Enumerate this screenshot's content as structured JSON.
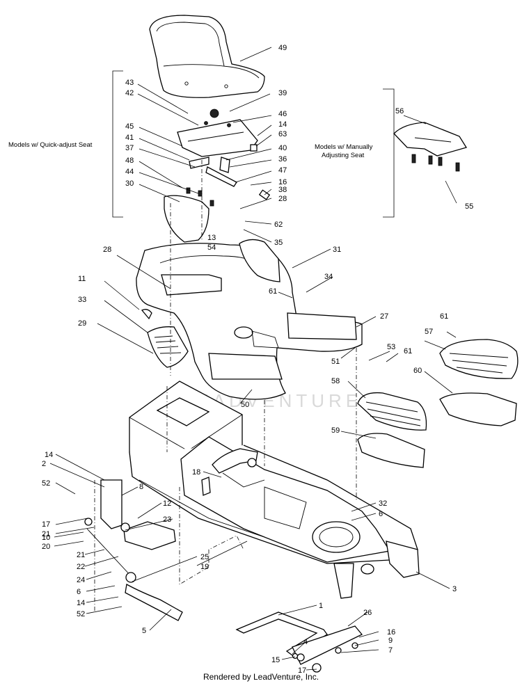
{
  "callouts": [
    {
      "id": "c49",
      "text": "49"
    },
    {
      "id": "c43",
      "text": "43"
    },
    {
      "id": "c42",
      "text": "42"
    },
    {
      "id": "c39",
      "text": "39"
    },
    {
      "id": "c46",
      "text": "46"
    },
    {
      "id": "c14a",
      "text": "14"
    },
    {
      "id": "c63",
      "text": "63"
    },
    {
      "id": "c45",
      "text": "45"
    },
    {
      "id": "c41",
      "text": "41"
    },
    {
      "id": "c37",
      "text": "37"
    },
    {
      "id": "c40",
      "text": "40"
    },
    {
      "id": "c36",
      "text": "36"
    },
    {
      "id": "c48",
      "text": "48"
    },
    {
      "id": "c44",
      "text": "44"
    },
    {
      "id": "c47",
      "text": "47"
    },
    {
      "id": "c30",
      "text": "30"
    },
    {
      "id": "c16a",
      "text": "16"
    },
    {
      "id": "c38",
      "text": "38"
    },
    {
      "id": "c28a",
      "text": "28"
    },
    {
      "id": "c62",
      "text": "62"
    },
    {
      "id": "c13",
      "text": "13"
    },
    {
      "id": "c54",
      "text": "54"
    },
    {
      "id": "c35",
      "text": "35"
    },
    {
      "id": "c28b",
      "text": "28"
    },
    {
      "id": "c31",
      "text": "31"
    },
    {
      "id": "c11",
      "text": "11"
    },
    {
      "id": "c34",
      "text": "34"
    },
    {
      "id": "c61a",
      "text": "61"
    },
    {
      "id": "c33",
      "text": "33"
    },
    {
      "id": "c27",
      "text": "27"
    },
    {
      "id": "c61b",
      "text": "61"
    },
    {
      "id": "c29",
      "text": "29"
    },
    {
      "id": "c57",
      "text": "57"
    },
    {
      "id": "c51",
      "text": "51"
    },
    {
      "id": "c53",
      "text": "53"
    },
    {
      "id": "c61c",
      "text": "61"
    },
    {
      "id": "c58",
      "text": "58"
    },
    {
      "id": "c60",
      "text": "60"
    },
    {
      "id": "c50",
      "text": "50"
    },
    {
      "id": "c59",
      "text": "59"
    },
    {
      "id": "c14b",
      "text": "14"
    },
    {
      "id": "c2",
      "text": "2"
    },
    {
      "id": "c8",
      "text": "8"
    },
    {
      "id": "c52a",
      "text": "52"
    },
    {
      "id": "c18",
      "text": "18"
    },
    {
      "id": "c12",
      "text": "12"
    },
    {
      "id": "c32",
      "text": "32"
    },
    {
      "id": "c6a",
      "text": "6"
    },
    {
      "id": "c17a",
      "text": "17"
    },
    {
      "id": "c21a",
      "text": "21"
    },
    {
      "id": "c23",
      "text": "23"
    },
    {
      "id": "c10",
      "text": "10"
    },
    {
      "id": "c20",
      "text": "20"
    },
    {
      "id": "c21b",
      "text": "21"
    },
    {
      "id": "c22",
      "text": "22"
    },
    {
      "id": "c25",
      "text": "25"
    },
    {
      "id": "c19",
      "text": "19"
    },
    {
      "id": "c3",
      "text": "3"
    },
    {
      "id": "c24",
      "text": "24"
    },
    {
      "id": "c6b",
      "text": "6"
    },
    {
      "id": "c14c",
      "text": "14"
    },
    {
      "id": "c52b",
      "text": "52"
    },
    {
      "id": "c1",
      "text": "1"
    },
    {
      "id": "c26",
      "text": "26"
    },
    {
      "id": "c5",
      "text": "5"
    },
    {
      "id": "c16b",
      "text": "16"
    },
    {
      "id": "c4",
      "text": "4"
    },
    {
      "id": "c9",
      "text": "9"
    },
    {
      "id": "c7",
      "text": "7"
    },
    {
      "id": "c15",
      "text": "15"
    },
    {
      "id": "c17b",
      "text": "17"
    },
    {
      "id": "c56",
      "text": "56"
    },
    {
      "id": "c55",
      "text": "55"
    }
  ],
  "notes": {
    "quick_adjust": "Models w/ Quick-adjust Seat",
    "manual_line1": "Models w/ Manually",
    "manual_line2": "Adjusting Seat"
  },
  "watermark": "LEADVENTURE",
  "footer": "Rendered by LeadVenture, Inc."
}
